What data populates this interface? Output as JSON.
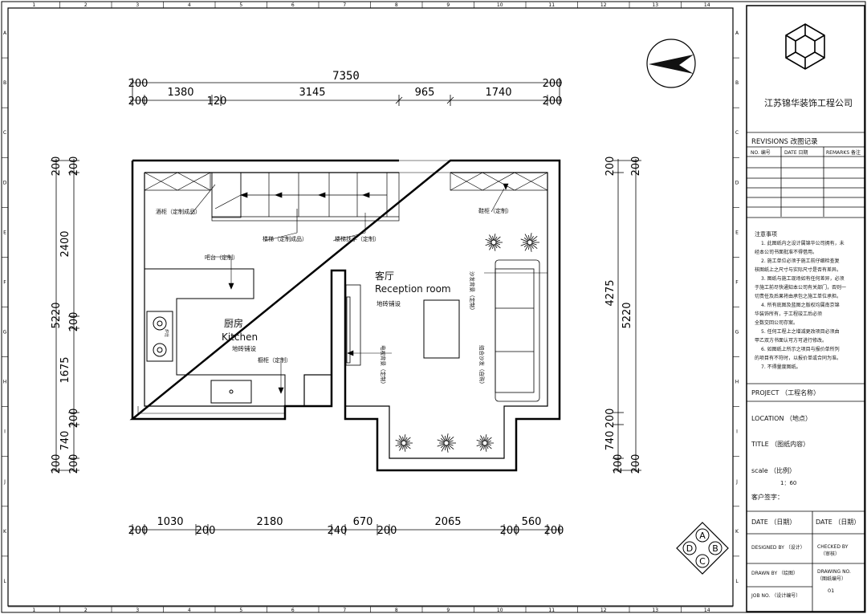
{
  "border": {
    "top_numbers": [
      "1",
      "2",
      "3",
      "4",
      "5",
      "6",
      "7",
      "8",
      "9",
      "10",
      "11",
      "12",
      "13",
      "14"
    ],
    "side_letters": [
      "A",
      "B",
      "C",
      "D",
      "E",
      "F",
      "G",
      "H",
      "I",
      "J",
      "K",
      "L"
    ]
  },
  "dimensions": {
    "top_total": "7350",
    "top_segments": [
      "200",
      "1380",
      "120",
      "3145",
      "965",
      "1740",
      "200"
    ],
    "left_total": "5220",
    "left_segments": [
      "200",
      "200",
      "2400",
      "200",
      "1675",
      "200",
      "740",
      "200",
      "200"
    ],
    "right_total": "5220",
    "right_sub": "4275",
    "right_segments": [
      "200",
      "200",
      "740",
      "200",
      "200",
      "200"
    ],
    "bottom_segments": [
      "200",
      "1030",
      "200",
      "2180",
      "240",
      "670",
      "200",
      "2065",
      "200",
      "560",
      "200"
    ]
  },
  "rooms": {
    "living_cn": "客厅",
    "living_en": "Reception room",
    "living_floor": "地砖铺设",
    "kitchen_cn": "厨房",
    "kitchen_en": "Kitchen",
    "kitchen_floor": "地砖铺设"
  },
  "annotations": {
    "wine_cabinet": "酒柜（定制成品）",
    "stairs": "楼梯（定制成品）",
    "stair_handrail": "楼梯扶手（定制）",
    "shoe_cabinet": "鞋柜（定制）",
    "bar_counter": "吧台（定制）",
    "cupboard": "橱柜（定制）",
    "tv_wall": "电视背景（定制）",
    "sofa_wall": "沙发背景（定制）",
    "sofa": "组合沙发（自购）",
    "stove": "炉灶"
  },
  "title_block": {
    "company": "江苏锦华装饰工程公司",
    "revisions_header": "REVISIONS 改图记录",
    "rev_col_no": "NO. 编号",
    "rev_col_date": "DATE 日期",
    "rev_col_remarks": "REMARKS 备注",
    "notes_title": "注意事项",
    "notes": [
      "1. 此图纸内之设计属锦华公司拥有，未",
      "经本公司书面批准不得借用。",
      "2. 施工单位必须于施工前仔细检查复",
      "核图纸上之尺寸与实际尺寸是否有差异。",
      "3. 图纸与施工现场如有任何差异，必须",
      "于施工前尽快通知本公司有关部门，否则一",
      "切责任及后果将由承包之施工单位承担。",
      "4. 所有底图及蓝图之版权均属南京锦",
      "华装饰所有，于工程竣工后必须",
      "全数交回公司存案。",
      "5. 任何工程上之增减更改项目必须由",
      "甲乙双方书面认可方可进行修改。",
      "6. 如图纸上所示之项目与报价单所列",
      "的项目有不符时，以报价单或合同为准。",
      "7. 不得量度图纸。"
    ],
    "project": "PROJECT （工程名称）",
    "location": "LOCATION （地点）",
    "title": "TITLE （图纸内容）",
    "scale": "scale  （比例）",
    "scale_value": "1：60",
    "client_sign": "客户签字：",
    "date_left": "DATE （日期）",
    "date_right": "DATE （日期）",
    "designed_by": "DESIGNED BY （设计）",
    "checked_by": "CHECKED BY",
    "checked_by_cn": "（审核）",
    "drawn_by": "DRAWN BY （绘图）",
    "drawing_no": "DRAWING NO.",
    "drawing_no_cn": "（图纸编号）",
    "drawing_no_value": "01",
    "job_no": "JOB NO. （设计编号）"
  },
  "symbols": {
    "section_letters": [
      "A",
      "B",
      "C",
      "D"
    ]
  }
}
